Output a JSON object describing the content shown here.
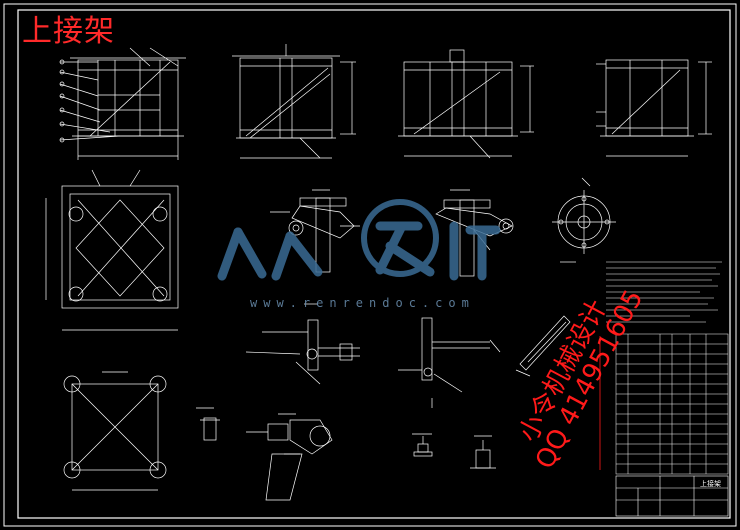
{
  "drawing": {
    "title": "上接架",
    "watermark_url": "www.renrendoc.com",
    "watermark_red_line1": "小令机械设计",
    "watermark_red_line2": "QQ 414951605",
    "title_block_name": "上接架",
    "colors": {
      "background": "#000000",
      "lines": "#ffffff",
      "title_red": "#ff2a2a",
      "watermark_blue": "#3a6c94"
    }
  }
}
